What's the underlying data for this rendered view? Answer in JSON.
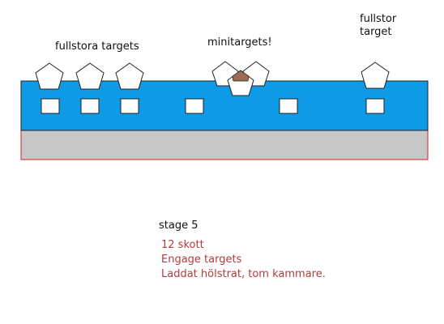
{
  "labels": {
    "fullstora_targets": "fullstora targets",
    "minitargets": "minitargets!",
    "fullstor_target_line1": "fullstor",
    "fullstor_target_line2": "target"
  },
  "stage": {
    "title": "stage 5",
    "details": [
      "12 skott",
      "Engage targets",
      "Laddat hölstrat, tom kammare."
    ]
  },
  "colors": {
    "wall_blue": "#0f9ae6",
    "ground_gray": "#c7c7c7",
    "ground_border": "#cc2222",
    "overlap_brown": "#9b6b52",
    "text_red": "#b23b3b",
    "target_fill": "#ffffff",
    "outline": "#222222"
  }
}
